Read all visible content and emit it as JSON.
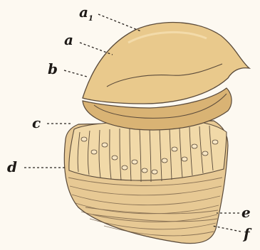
{
  "figure": {
    "labels": {
      "a1": {
        "main": "a",
        "sub": "1"
      },
      "a": "a",
      "b": "b",
      "c": "c",
      "d": "d",
      "e": "e",
      "f": "f"
    },
    "colors": {
      "background": "#fdf9f1",
      "cap_fill": "#e9c98c",
      "cap_shade": "#d9b374",
      "cell_fill": "#f1d9a8",
      "tissue_fill": "#e7c994",
      "ink": "#5a4a3a"
    }
  }
}
